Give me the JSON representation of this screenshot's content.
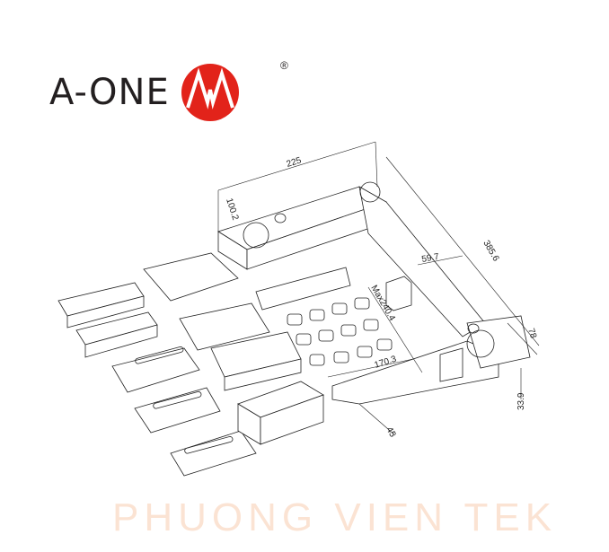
{
  "logo": {
    "brand": "A-ONE",
    "registered": "®",
    "accent_color": "#e2231a"
  },
  "watermark": "PHUONG VIEN TEK",
  "dimensions": {
    "width_top": "225",
    "height_left": "100.2",
    "diagonal_length": "385.6",
    "slot_width": "59.7",
    "max_span": "Max240.4",
    "inner_span": "170.3",
    "side_height": "78",
    "base_height": "33.9",
    "depth": "45"
  }
}
